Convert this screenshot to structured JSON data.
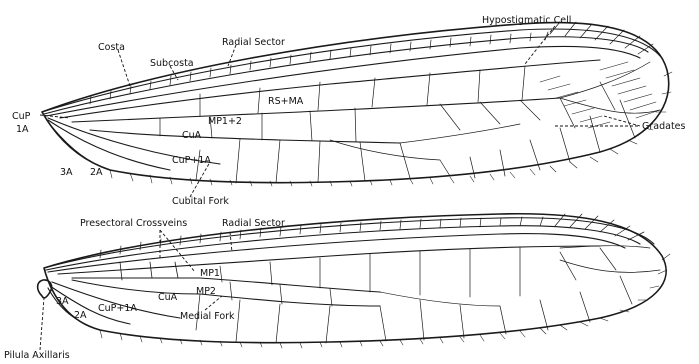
{
  "figure": {
    "forewing_labels": {
      "hypostigmatic_cell": "Hypostigmatic Cell",
      "costa": "Costa",
      "radial_sector": "Radial Sector",
      "subcosta": "Subcosta",
      "cup": "CuP",
      "one_a": "1A",
      "rs_ma": "RS+MA",
      "mp12": "MP1+2",
      "cua": "CuA",
      "cup_1a": "CuP+1A",
      "three_a": "3A",
      "two_a": "2A",
      "cubital_fork": "Cubital Fork",
      "gradates": "Gradates"
    },
    "hindwing_labels": {
      "presectoral_crossveins": "Presectoral Crossveins",
      "radial_sector": "Radial Sector",
      "mp1": "MP1",
      "mp2": "MP2",
      "cua": "CuA",
      "three_a": "3A",
      "two_a": "2A",
      "cup_1a": "CuP+1A",
      "medial_fork": "Medial Fork",
      "pilula_axillaris": "Pilula Axillaris"
    }
  }
}
